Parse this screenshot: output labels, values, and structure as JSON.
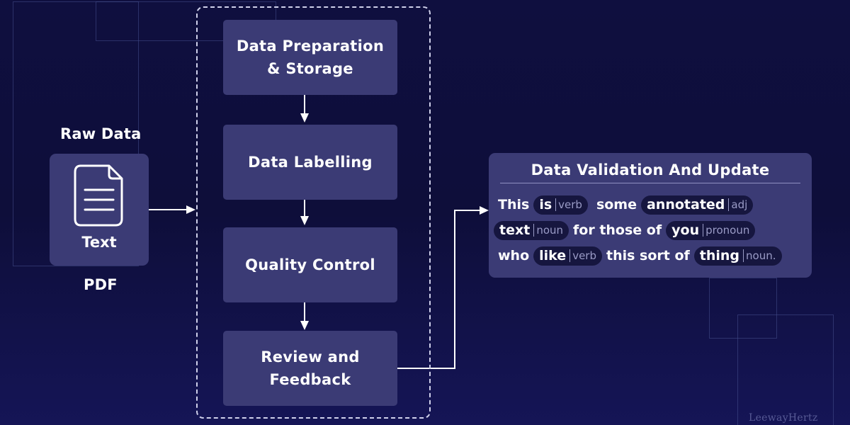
{
  "raw_data": {
    "title": "Raw Data",
    "file_label": "Text",
    "format": "PDF",
    "icon": "document-icon"
  },
  "pipeline": {
    "steps": [
      {
        "label_lines": [
          "Data Preparation",
          "& Storage"
        ]
      },
      {
        "label_lines": [
          "Data Labelling"
        ]
      },
      {
        "label_lines": [
          "Quality Control"
        ]
      },
      {
        "label_lines": [
          "Review and",
          "Feedback"
        ]
      }
    ]
  },
  "validation": {
    "title": "Data Validation And Update",
    "lines": [
      [
        {
          "text": "This"
        },
        {
          "word": "is",
          "tag": "verb"
        },
        {
          "text": "some"
        },
        {
          "word": "annotated",
          "tag": "adj"
        }
      ],
      [
        {
          "word": "text",
          "tag": "noun"
        },
        {
          "text": "for those of"
        },
        {
          "word": "you",
          "tag": "pronoun"
        }
      ],
      [
        {
          "text": "who"
        },
        {
          "word": "like",
          "tag": "verb"
        },
        {
          "text": "this sort of"
        },
        {
          "word": "thing",
          "tag": "noun."
        }
      ]
    ]
  },
  "watermark": "LeewayHertz",
  "colors": {
    "background": "#0f0f3f",
    "card": "#3b3b75",
    "chip": "#16163f",
    "tag_text": "#9a9bc6"
  }
}
